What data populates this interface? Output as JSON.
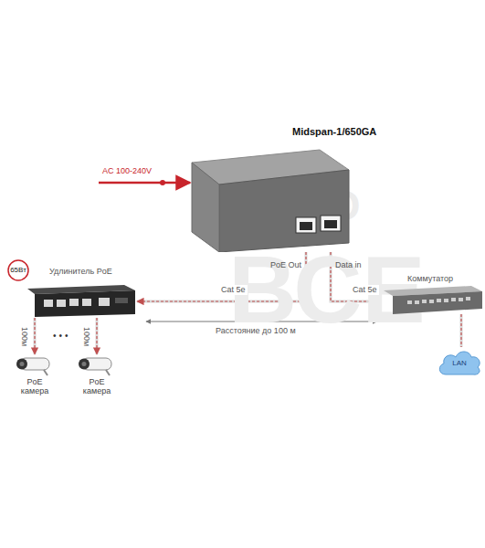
{
  "diagram": {
    "nodes": [
      {
        "text": [
          "Midspan-1/650GA"
        ]
      },
      {
        "text": [
          "Удлинитель PoE",
          "65Вт"
        ]
      },
      {
        "text": [
          "Коммутатор"
        ]
      },
      {
        "text": [
          "LAN"
        ]
      },
      {
        "text": [
          "PoE камера"
        ]
      },
      {
        "text": [
          "PoE камера"
        ]
      }
    ],
    "edges": [
      {
        "from": 0,
        "to": 1,
        "arrow": "to",
        "label": "Cat 5e"
      },
      {
        "from": 0,
        "to": 2,
        "arrow": "none",
        "label": "Cat 5e"
      },
      {
        "from": 2,
        "to": 3,
        "arrow": "none"
      },
      {
        "from": 1,
        "to": 4,
        "arrow": "to",
        "label": "100м"
      },
      {
        "from": 1,
        "to": 5,
        "arrow": "to",
        "label": "100м"
      }
    ],
    "labels": [
      "ТЕХНО",
      "ВСЕ",
      "AC 100-240V",
      "PoE Out",
      "Data in",
      "Расстояние до 100 м",
      "•••"
    ]
  }
}
